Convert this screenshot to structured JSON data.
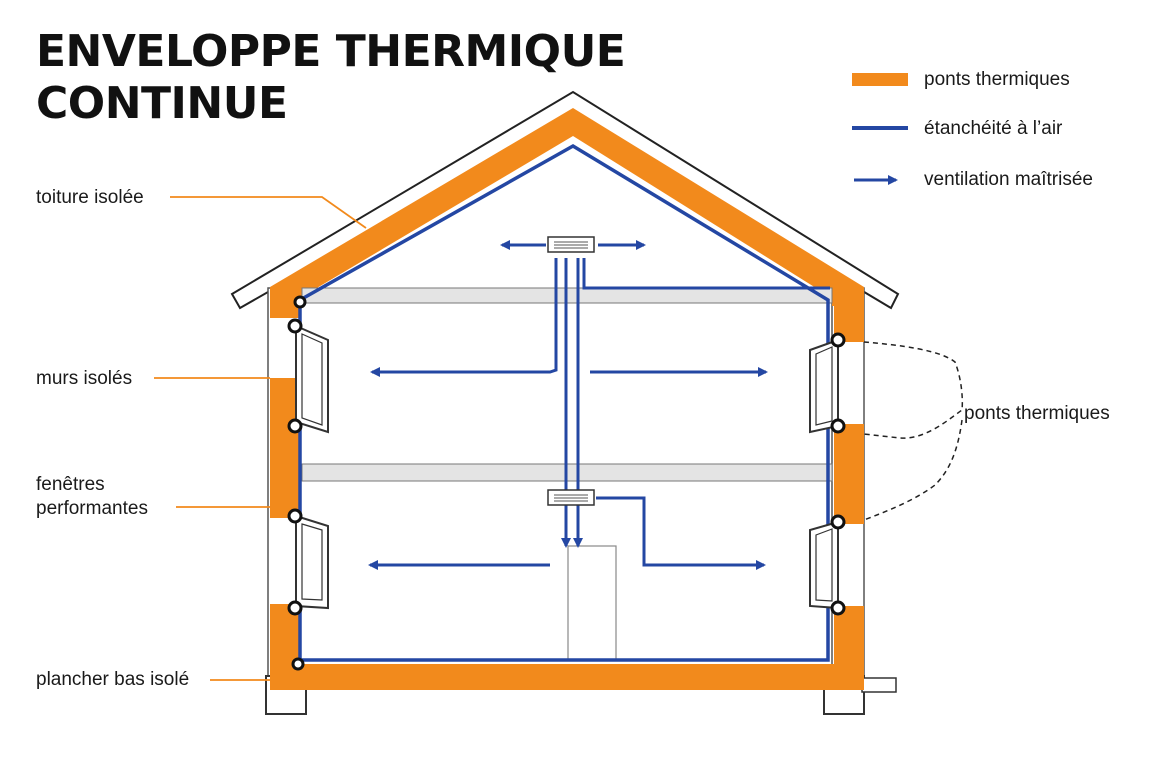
{
  "title": {
    "line1": "ENVELOPPE THERMIQUE",
    "line2": "CONTINUE"
  },
  "legend": {
    "items": [
      {
        "key": "thermal-bridge",
        "label": "ponts thermiques",
        "color": "#f28a1c"
      },
      {
        "key": "airtightness",
        "label": "étanchéité à l’air",
        "color": "#2447a3"
      },
      {
        "key": "ventilation",
        "label": "ventilation maîtrisée",
        "color": "#2447a3"
      }
    ]
  },
  "labels": {
    "roof": "toiture isolée",
    "walls": "murs isolés",
    "windows_line1": "fenêtres",
    "windows_line2": "performantes",
    "floor": "plancher bas isolé",
    "thermal_bridges": "ponts thermiques"
  },
  "colors": {
    "insulation": "#f28a1c",
    "airtight": "#2447a3",
    "ventilation": "#2447a3",
    "outline": "#222222",
    "slab": "#e4e4e4"
  }
}
